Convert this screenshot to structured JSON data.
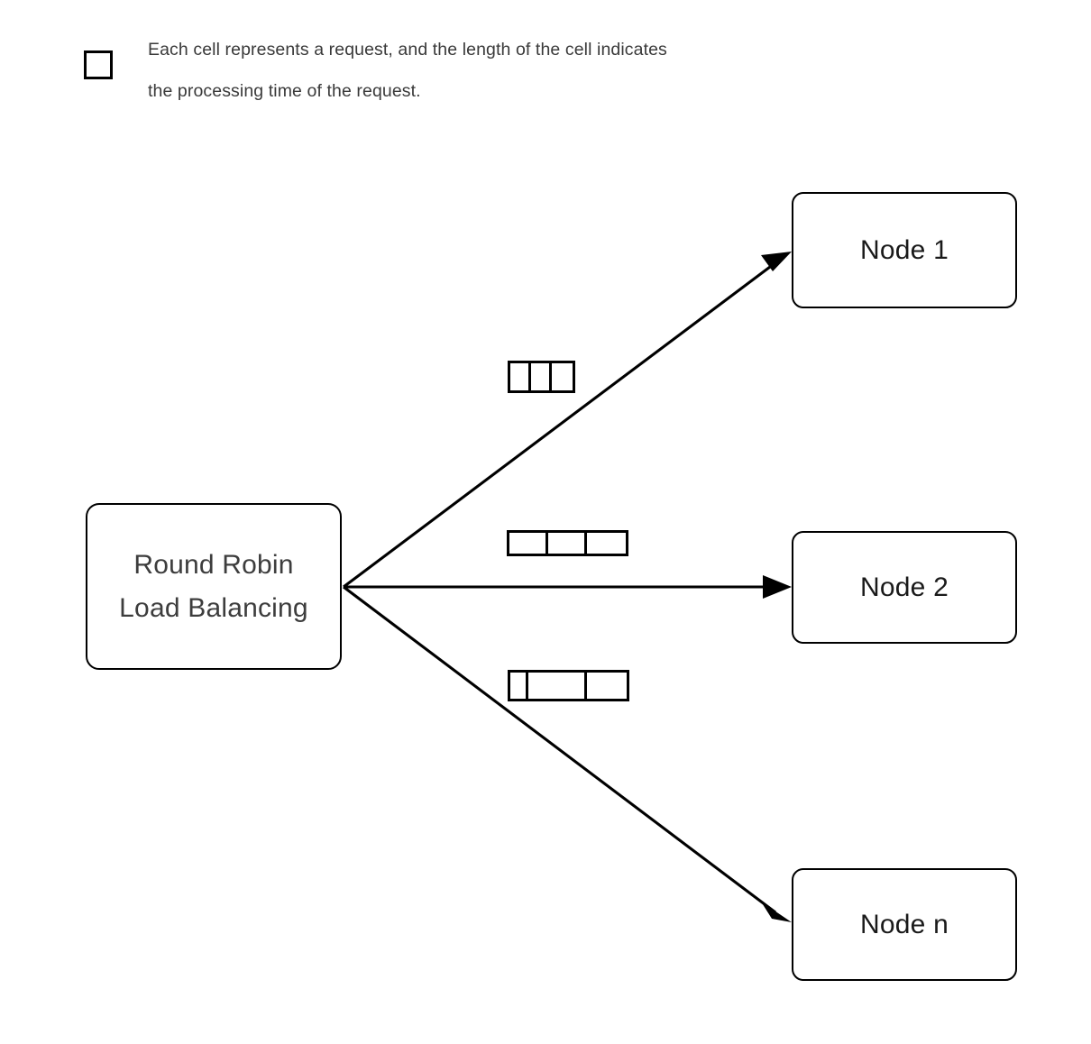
{
  "legend": {
    "swatch_icon": "empty-square-icon",
    "line1": "Each cell represents a request, and the length of the cell indicates",
    "line2": "the processing time of the request."
  },
  "source": {
    "line1": "Round Robin",
    "line2": "Load Balancing"
  },
  "nodes": [
    {
      "label": "Node 1"
    },
    {
      "label": "Node 2"
    },
    {
      "label": "Node n"
    }
  ],
  "request_queues": [
    {
      "for_node": "Node 1",
      "cell_count": 3,
      "cell_widths": [
        23,
        23,
        23
      ]
    },
    {
      "for_node": "Node 2",
      "cell_count": 3,
      "cell_widths": [
        43,
        43,
        43
      ]
    },
    {
      "for_node": "Node n",
      "cell_count": 3,
      "cell_widths": [
        20,
        65,
        44
      ]
    }
  ],
  "arrows": [
    {
      "from": "Round Robin Load Balancing",
      "to": "Node 1",
      "icon": "arrow-up-right-icon"
    },
    {
      "from": "Round Robin Load Balancing",
      "to": "Node 2",
      "icon": "arrow-right-icon"
    },
    {
      "from": "Round Robin Load Balancing",
      "to": "Node n",
      "icon": "arrow-down-right-icon"
    }
  ],
  "colors": {
    "stroke": "#000000",
    "text_dark": "#1a1a1a",
    "text_gray": "#3a3a3a",
    "background": "#ffffff"
  }
}
